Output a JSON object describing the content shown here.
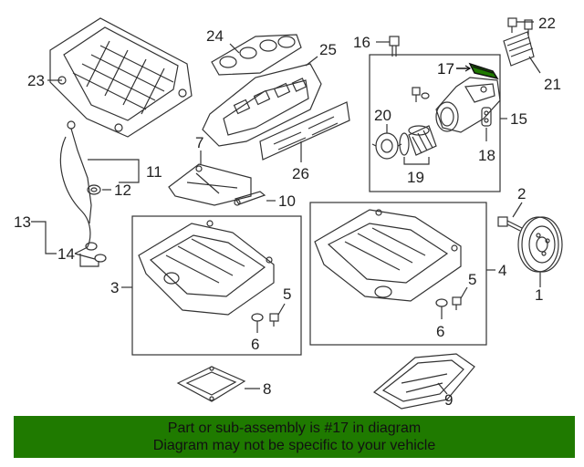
{
  "callouts": {
    "c1": "1",
    "c2": "2",
    "c3": "3",
    "c4": "4",
    "c5a": "5",
    "c5b": "5",
    "c6a": "6",
    "c6b": "6",
    "c7": "7",
    "c8": "8",
    "c9": "9",
    "c10": "10",
    "c11": "11",
    "c12": "12",
    "c13": "13",
    "c14": "14",
    "c15": "15",
    "c16": "16",
    "c17": "17",
    "c18": "18",
    "c19": "19",
    "c20": "20",
    "c21": "21",
    "c22": "22",
    "c23": "23",
    "c24": "24",
    "c25": "25",
    "c26": "26"
  },
  "highlight_color": "#1f7a00",
  "highlighted_part": "17",
  "banner": {
    "line1": "Part or sub-assembly is #17 in diagram",
    "line2": "Diagram may not be specific to your vehicle"
  }
}
